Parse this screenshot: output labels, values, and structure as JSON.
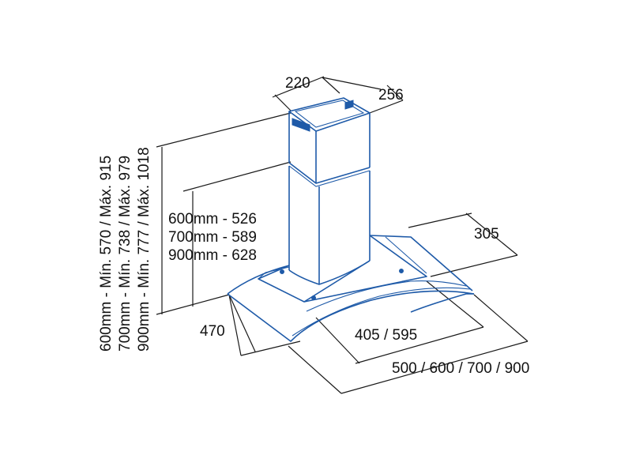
{
  "dimensions": {
    "chimney_width": "220",
    "chimney_depth": "256",
    "canopy_depth": "305",
    "front_depth": "470",
    "inner_width": "405 / 595",
    "overall_width": "500 / 600 / 700 / 900",
    "chimney_height": {
      "line1": "600mm - 526",
      "line2": "700mm - 589",
      "line3": "900mm - 628"
    },
    "total_height": {
      "line1": "600mm - Mín. 570 / Máx. 915",
      "line2": "700mm - Mín. 738 / Máx. 979",
      "line3": "900mm - Mín. 777 / Máx. 1018"
    }
  },
  "colors": {
    "hood_outline": "#1e5aa8",
    "dimension_lines": "#1a1a1a",
    "background": "#ffffff"
  }
}
